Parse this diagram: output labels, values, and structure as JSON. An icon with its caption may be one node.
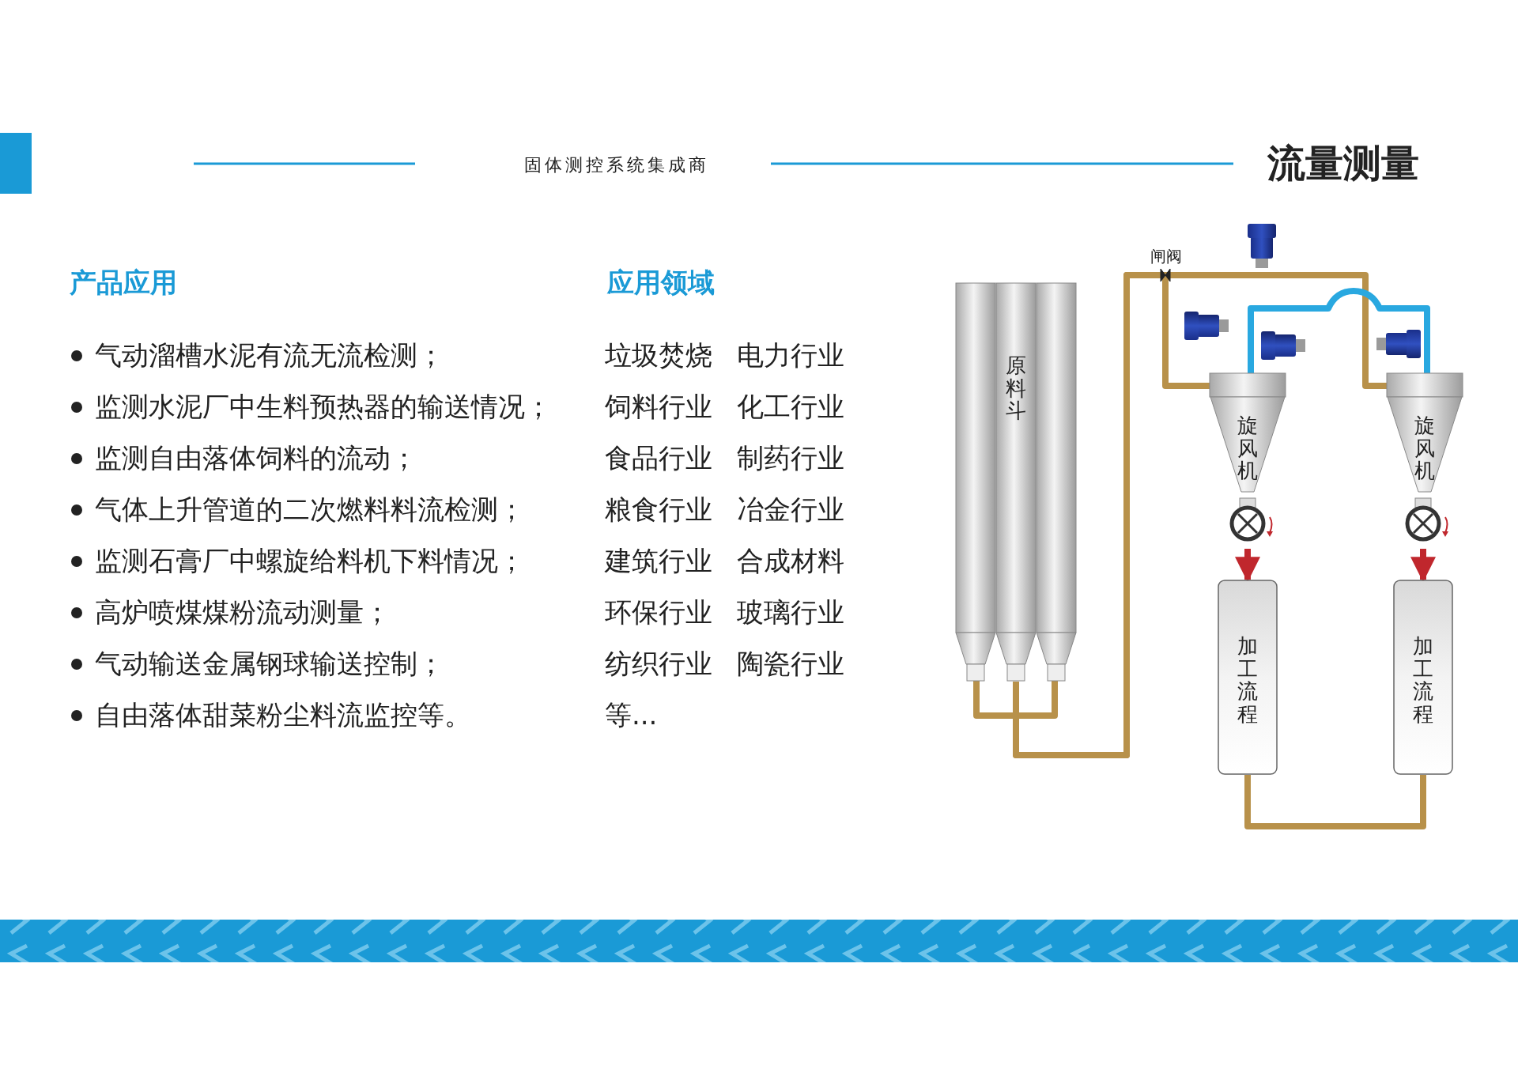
{
  "diagram": {
    "title": "流量测量",
    "nodes": [
      {
        "text": [
          "原料斗"
        ]
      },
      {
        "text": [
          "旋风机"
        ]
      },
      {
        "text": [
          "旋风机"
        ]
      },
      {
        "text": [
          "加工流程"
        ]
      },
      {
        "text": [
          "加工流程"
        ]
      }
    ],
    "edges": [
      {
        "from": 0,
        "to": 1,
        "arrow": "none"
      },
      {
        "from": 0,
        "to": 2,
        "arrow": "none"
      },
      {
        "from": 1,
        "to": 2,
        "arrow": "none",
        "color": "#29a8e0"
      },
      {
        "from": 1,
        "to": 3,
        "arrow": "to",
        "color": "#c0272d"
      },
      {
        "from": 2,
        "to": 4,
        "arrow": "to",
        "color": "#c0272d"
      },
      {
        "from": 3,
        "to": 4,
        "arrow": "none"
      }
    ],
    "labels": [
      "固体测控系统集成商",
      "产品应用",
      "应用领域",
      "气动溜槽水泥有流无流检测；",
      "监测水泥厂中生料预热器的输送情况；",
      "监测自由落体饲料的流动；",
      "气体上升管道的二次燃料料流检测；",
      "监测石膏厂中螺旋给料机下料情况；",
      "高炉喷煤煤粉流动测量；",
      "气动输送金属钢球输送控制；",
      "自由落体甜菜粉尘料流监控等。",
      "垃圾焚烧",
      "电力行业",
      "饲料行业",
      "化工行业",
      "食品行业",
      "制药行业",
      "粮食行业",
      "冶金行业",
      "建筑行业",
      "合成材料",
      "环保行业",
      "玻璃行业",
      "纺织行业",
      "陶瓷行业",
      "等...",
      "闸阀"
    ]
  }
}
